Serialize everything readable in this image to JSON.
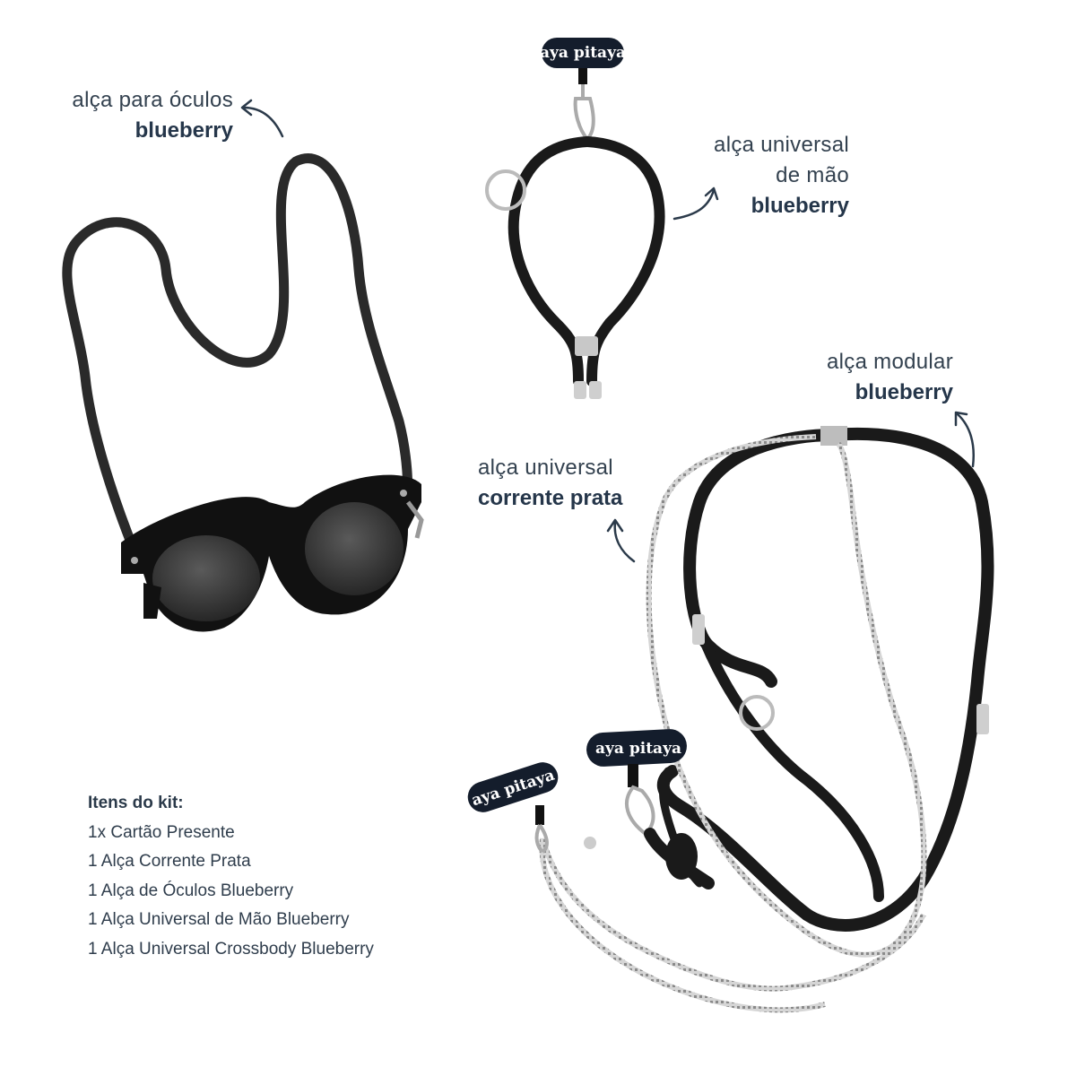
{
  "labels": {
    "oculos": {
      "line1": "alça para óculos",
      "line2": "blueberry"
    },
    "mao": {
      "line1": "alça universal",
      "line2": "de mão",
      "line3": "blueberry"
    },
    "modular": {
      "line1": "alça modular",
      "line2": "blueberry"
    },
    "corrente": {
      "line1": "alça universal",
      "line2": "corrente prata"
    }
  },
  "brand": {
    "tag_text": "aya pitaya"
  },
  "kit": {
    "title": "Itens do kit:",
    "items": [
      "1x Cartão Presente",
      "1 Alça Corrente Prata",
      "1 Alça de Óculos Blueberry",
      "1 Alça Universal de Mão Blueberry",
      "1 Alça Universal Crossbody Blueberry"
    ]
  },
  "colors": {
    "text": "#2e3e4e",
    "strap": "#1c1c1c",
    "silver": "#b8b8b8"
  }
}
